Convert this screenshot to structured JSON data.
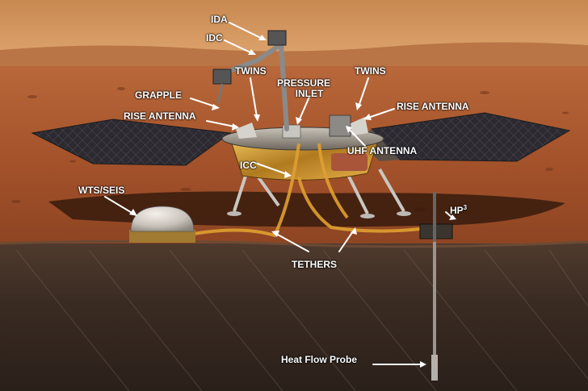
{
  "labels": {
    "ida": "IDA",
    "idc": "IDC",
    "twins_left": "TWINS",
    "twins_right": "TWINS",
    "pressure_inlet_line1": "PRESSURE",
    "pressure_inlet_line2": "INLET",
    "grapple": "GRAPPLE",
    "rise_antenna_left": "RISE ANTENNA",
    "rise_antenna_right": "RISE ANTENNA",
    "uhf_antenna": "UHF ANTENNA",
    "icc": "ICC",
    "wts_seis": "WTS/SEIS",
    "hp3_base": "HP",
    "hp3_sup": "3",
    "tethers": "TETHERS",
    "heat_flow_probe": "Heat Flow Probe"
  },
  "colors": {
    "label_text": "#ffffff",
    "leader_line": "#ffffff",
    "sky": "#d79a5c",
    "ground": "#a5532b",
    "subsurface": "#3a2b22",
    "tether": "#e0a030",
    "solar_panel": "#2c2a30"
  }
}
